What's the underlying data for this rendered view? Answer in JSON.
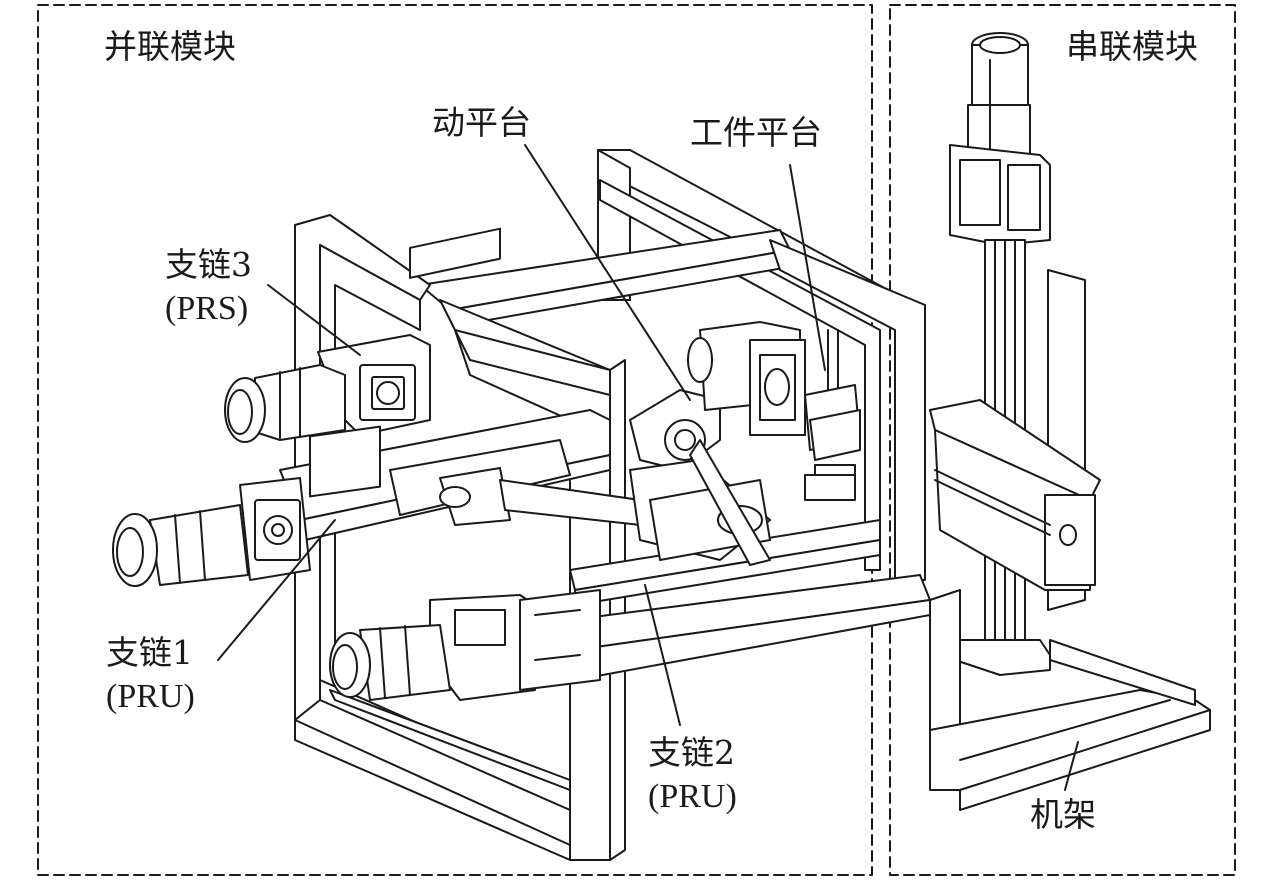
{
  "modules": {
    "parallel": "并联模块",
    "serial": "串联模块"
  },
  "labels": {
    "moving_platform": "动平台",
    "workpiece_platform": "工件平台",
    "chain3_name": "支链3",
    "chain3_type": "(PRS)",
    "chain1_name": "支链1",
    "chain1_type": "(PRU)",
    "chain2_name": "支链2",
    "chain2_type": "(PRU)",
    "frame": "机架"
  },
  "colors": {
    "line": "#1a1a1a",
    "background": "#ffffff"
  }
}
